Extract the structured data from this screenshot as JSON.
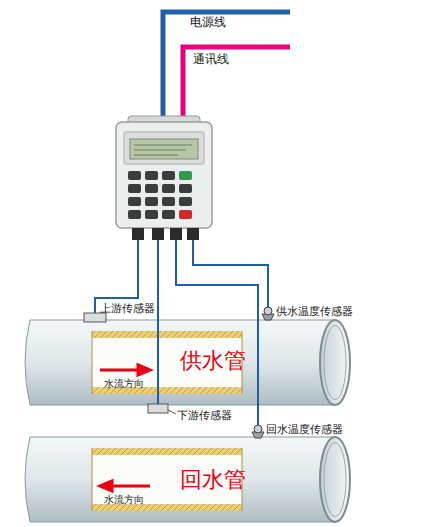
{
  "diagram": {
    "nodes": [
      {
        "text": [
          "供水管",
          "水流方向"
        ]
      },
      {
        "text": [
          "回水管",
          "水流方向"
        ]
      }
    ],
    "labels": [
      "电源线",
      "通讯线",
      "上游传感器",
      "供水温度传感器",
      "下游传感器",
      "回水温度传感器"
    ]
  }
}
